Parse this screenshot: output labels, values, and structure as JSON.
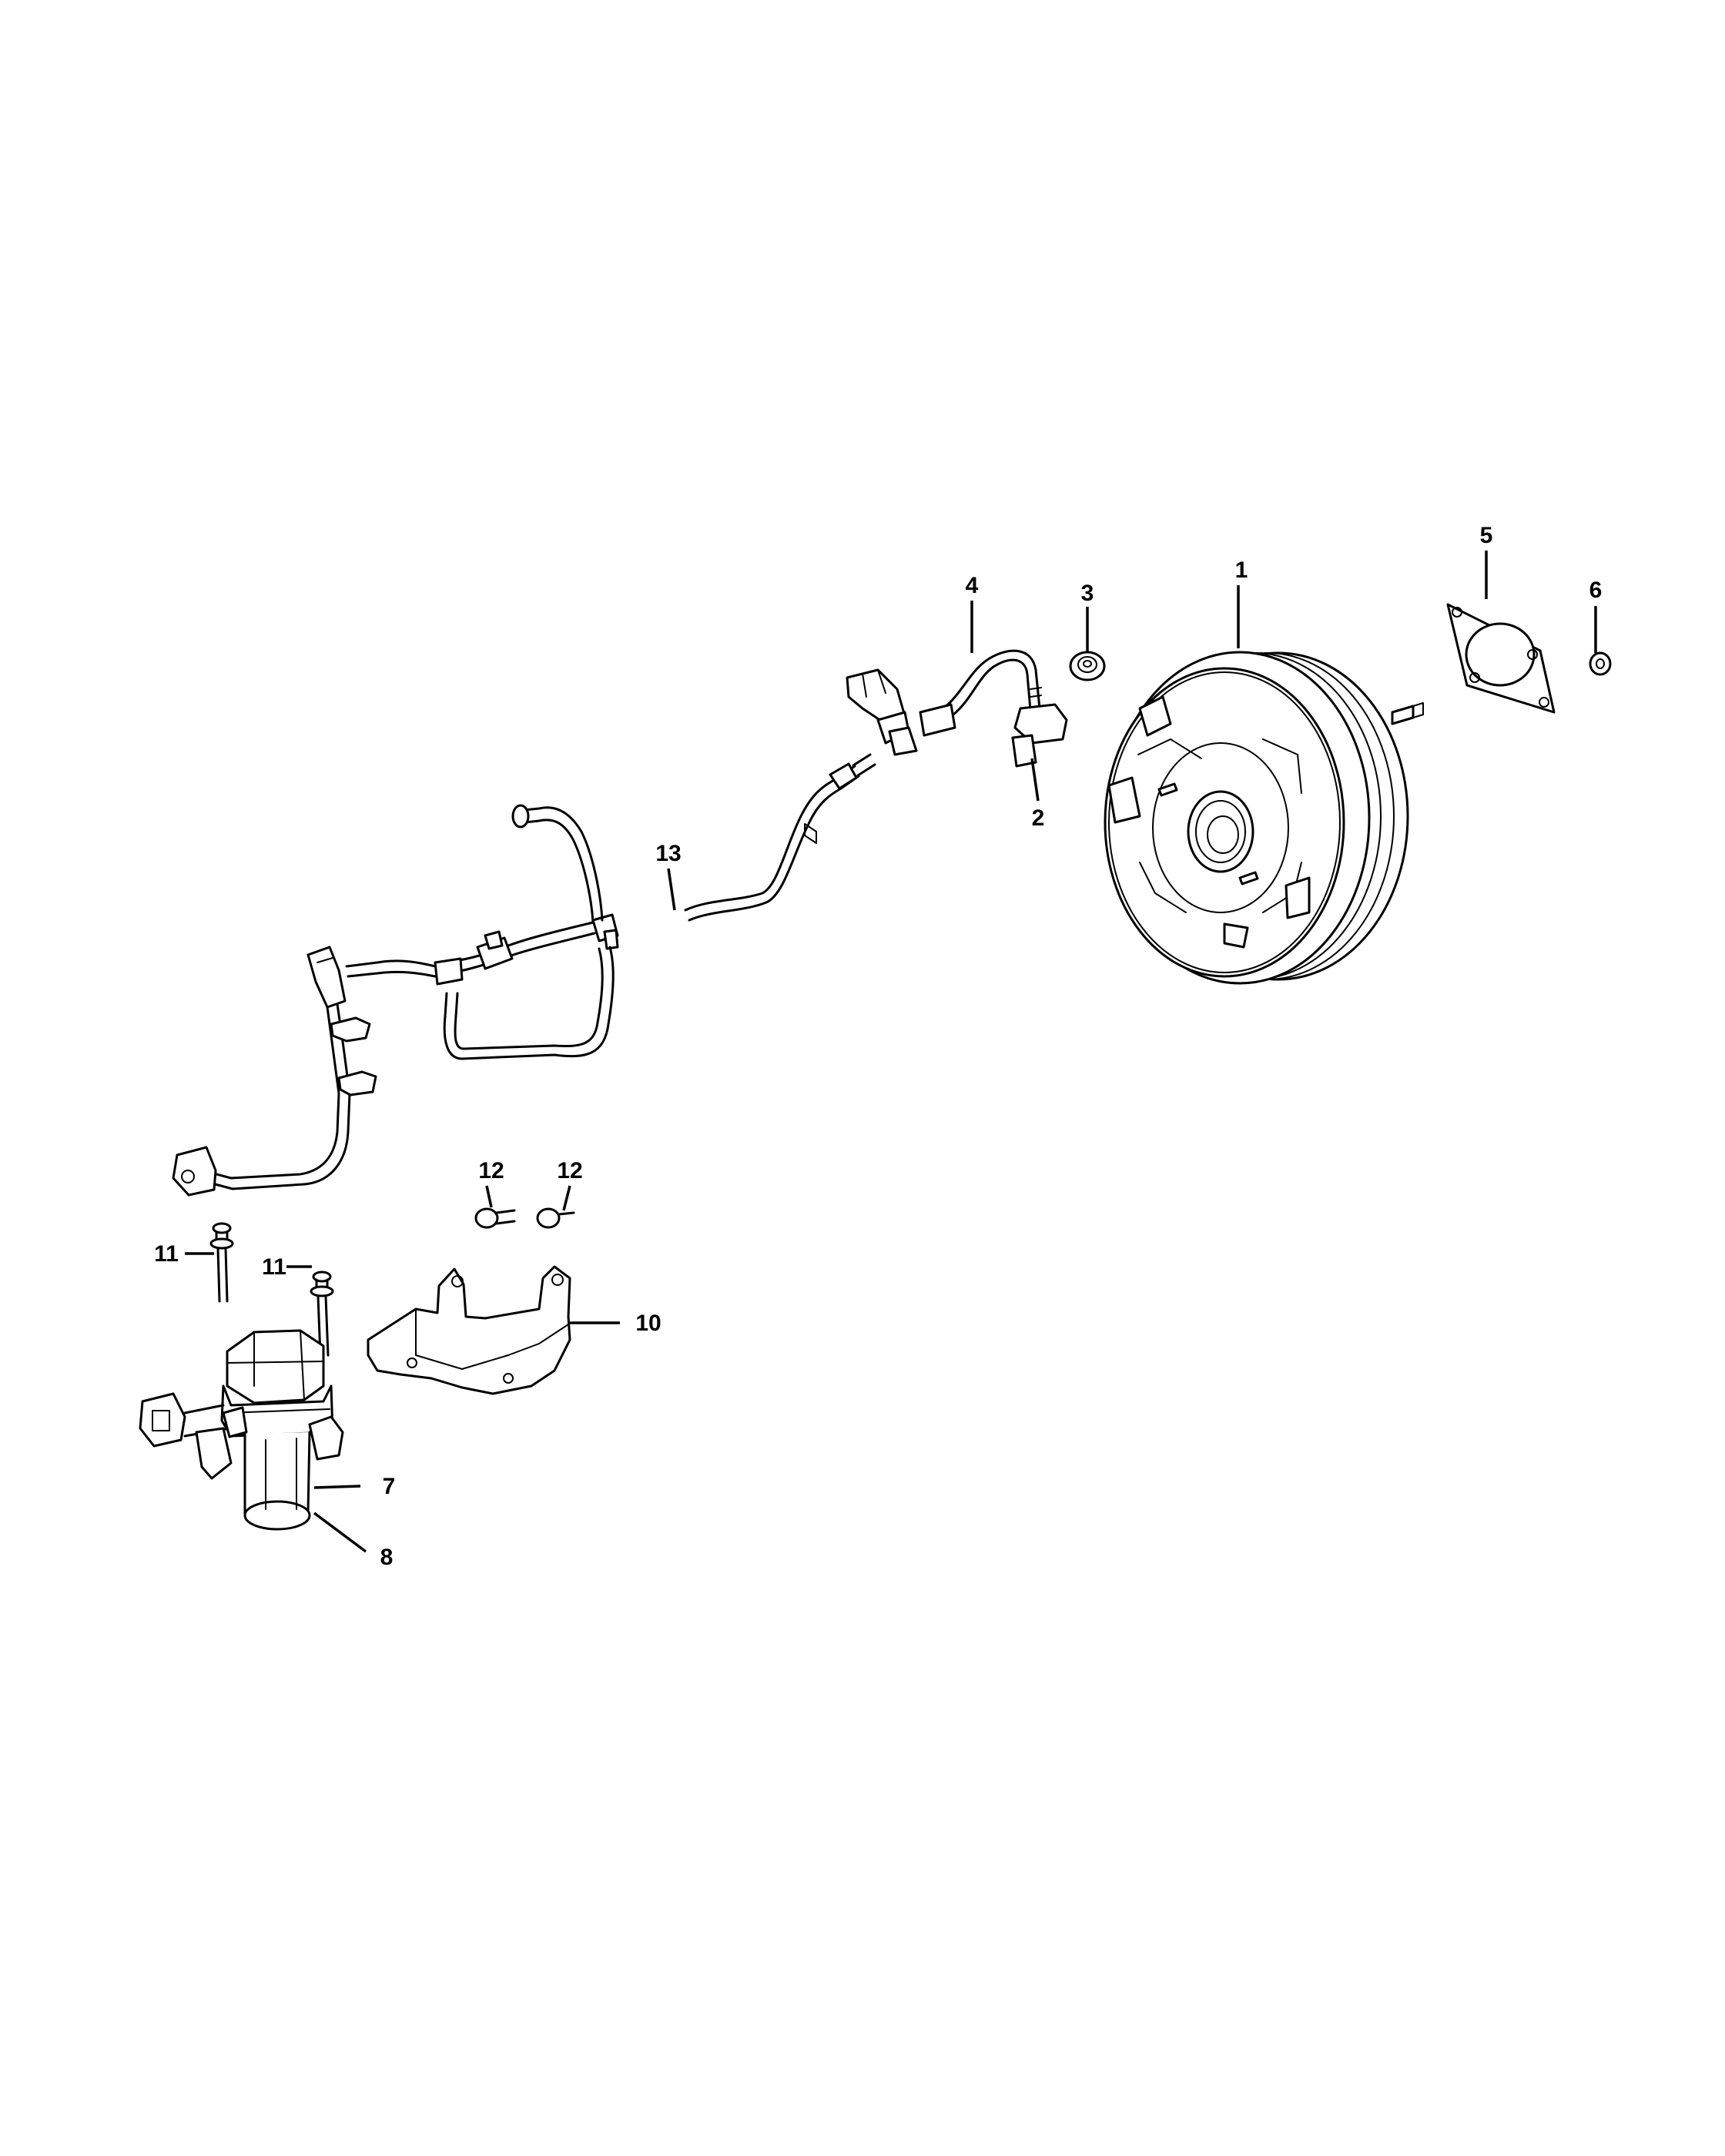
{
  "callouts": [
    {
      "id": "1",
      "label": "1"
    },
    {
      "id": "2",
      "label": "2"
    },
    {
      "id": "3",
      "label": "3"
    },
    {
      "id": "4",
      "label": "4"
    },
    {
      "id": "5",
      "label": "5"
    },
    {
      "id": "6",
      "label": "6"
    },
    {
      "id": "7",
      "label": "7"
    },
    {
      "id": "8",
      "label": "8"
    },
    {
      "id": "10",
      "label": "10"
    },
    {
      "id": "11a",
      "label": "11"
    },
    {
      "id": "11b",
      "label": "11"
    },
    {
      "id": "12a",
      "label": "12"
    },
    {
      "id": "12b",
      "label": "12"
    },
    {
      "id": "13",
      "label": "13"
    }
  ]
}
